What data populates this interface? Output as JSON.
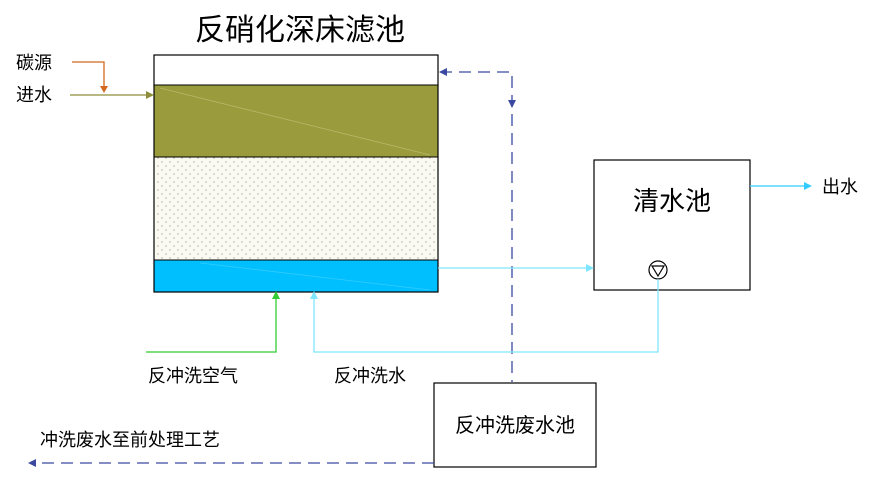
{
  "title": "反硝化深床滤池",
  "inputs": {
    "carbon_source": "碳源",
    "inlet_water": "进水"
  },
  "backwash": {
    "air": "反冲洗空气",
    "water": "反冲洗水"
  },
  "clear_tank": {
    "label": "清水池",
    "outlet": "出水"
  },
  "waste_tank": {
    "label": "反冲洗废水池",
    "return_flow": "冲洗废水至前处理工艺"
  },
  "colors": {
    "media_layer": "#9a9b3d",
    "underdrain_water": "#00bfff",
    "water_line": "#7fe6ff",
    "air_line": "#33cc33",
    "carbon_line": "#d2691e",
    "inlet_line": "#8e8e3a",
    "waste_line": "#3b4aa0"
  },
  "icons": {
    "pump": "pump-icon"
  }
}
